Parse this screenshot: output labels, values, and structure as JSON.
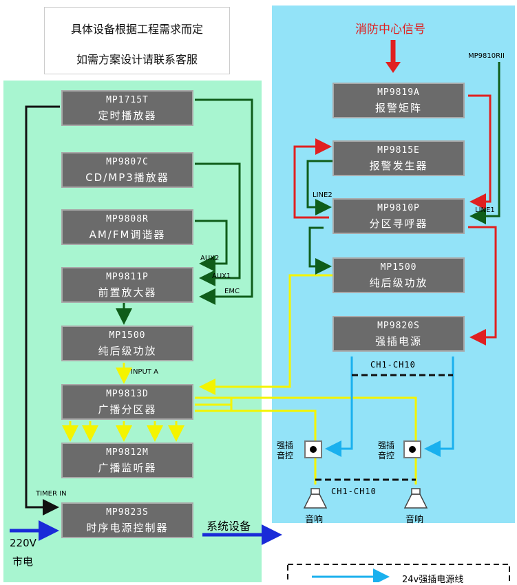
{
  "note": {
    "line1": "具体设备根据工程需求而定",
    "line2": "如需方案设计请联系客服"
  },
  "fire_signal": "消防中心信号",
  "left_boxes": [
    {
      "model": "MP1715T",
      "name": "定时播放器"
    },
    {
      "model": "MP9807C",
      "name": "CD/MP3播放器"
    },
    {
      "model": "MP9808R",
      "name": "AM/FM调谐器"
    },
    {
      "model": "MP9811P",
      "name": "前置放大器"
    },
    {
      "model": "MP1500",
      "name": "纯后级功放"
    },
    {
      "model": "MP9813D",
      "name": "广播分区器"
    },
    {
      "model": "MP9812M",
      "name": "广播监听器"
    },
    {
      "model": "MP9823S",
      "name": "时序电源控制器"
    }
  ],
  "right_boxes": [
    {
      "model": "MP9819A",
      "name": "报警矩阵"
    },
    {
      "model": "MP9815E",
      "name": "报警发生器"
    },
    {
      "model": "MP9810P",
      "name": "分区寻呼器"
    },
    {
      "model": "MP1500",
      "name": "纯后级功放"
    },
    {
      "model": "MP9820S",
      "name": "强插电源"
    }
  ],
  "labels": {
    "aux2": "AUX2",
    "aux1": "AUX1",
    "emc": "EMC",
    "input_a": "INPUT A",
    "timer_in": "TIMER IN",
    "mp9810rii": "MP9810RII",
    "line2": "LINE2",
    "line1": "LINE1",
    "ch_top": "CH1-CH10",
    "ch_bottom": "CH1-CH10",
    "ctrl_left": "强插\n音控",
    "ctrl_right": "强插\n音控",
    "speaker_left": "音响",
    "speaker_right": "音响",
    "system": "系统设备",
    "mains_v": "220V",
    "mains": "市电",
    "legend": "24v强插电源线"
  },
  "colors": {
    "left_bg": "#a8f5d0",
    "right_bg": "#93e3f8",
    "dark_green": "#0f5d1a",
    "red": "#e02020",
    "yellow": "#f4f400",
    "blue": "#1a2bd8",
    "cyan": "#1ab0ee",
    "fire_text": "#e02020"
  }
}
